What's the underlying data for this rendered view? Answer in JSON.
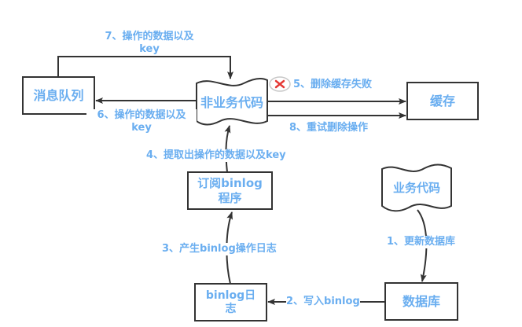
{
  "colors": {
    "text": "#6aaef0",
    "stroke": "#333333",
    "error": "#e53935"
  },
  "nodes": {
    "message_queue": "消息队列",
    "non_business_code": "非业务代码",
    "cache": "缓存",
    "subscriber_line1": "订阅binlog",
    "subscriber_line2": "程序",
    "business_code": "业务代码",
    "binlog_line1": "binlog日",
    "binlog_line2": "志",
    "database": "数据库"
  },
  "edges": {
    "step1": "1、更新数据库",
    "step2": "2、写入binlog",
    "step3": "3、产生binlog操作日志",
    "step4": "4、提取出操作的数据以及key",
    "step5": "5、删除缓存失败",
    "step6_line1": "6、操作的数据以及",
    "step6_line2": "key",
    "step7_line1": "7、操作的数据以及",
    "step7_line2": "key",
    "step8": "8、重试删除操作"
  },
  "icons": {
    "step5_status": "error-x-icon"
  }
}
